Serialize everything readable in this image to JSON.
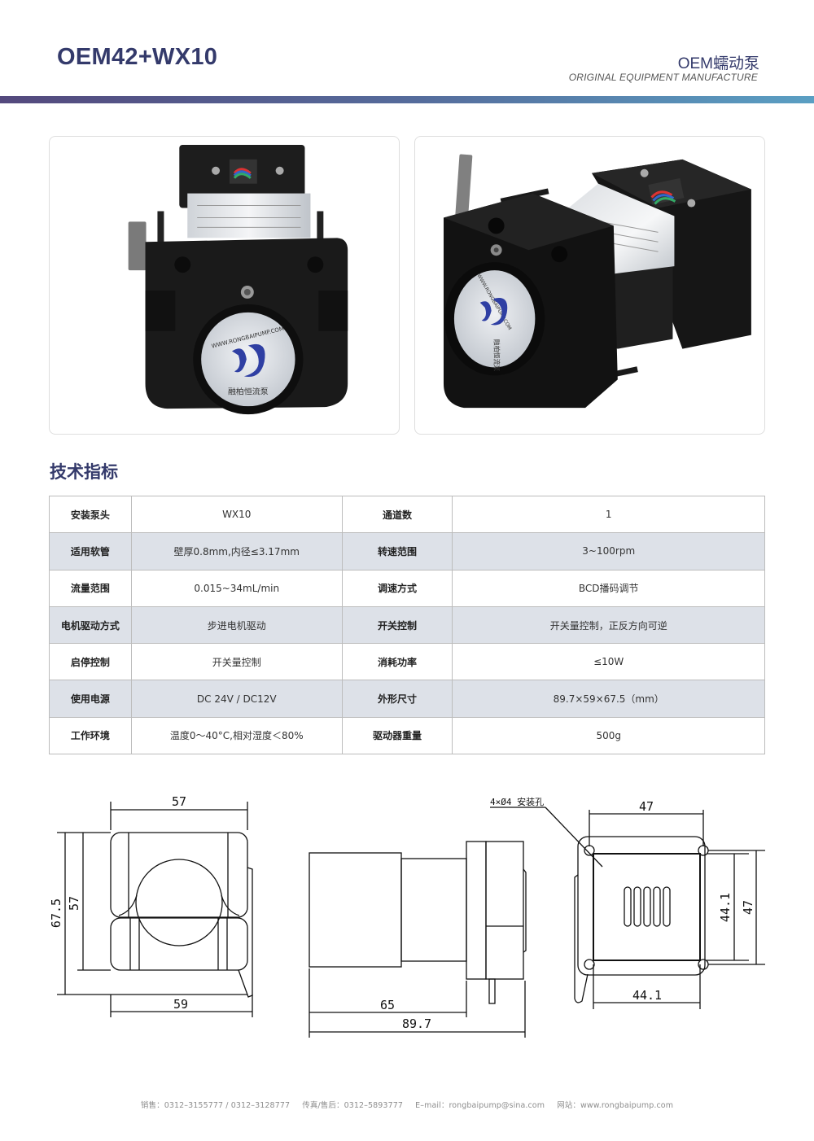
{
  "header": {
    "title": "OEM42+WX10",
    "subtitle_cn": "OEM蠕动泵",
    "subtitle_en": "ORIGINAL EQUIPMENT MANUFACTURE",
    "bar_gradient": [
      "#54497d",
      "#556b9b",
      "#5a9fc3"
    ]
  },
  "photos": {
    "front": {
      "label": "front-view",
      "disc_url_text": "WWW.RONGBAIPUMP.COM",
      "disc_brand": "融柏恒流泵"
    },
    "angled": {
      "label": "angled-view",
      "disc_url_text": "WWW.RONGBAIPUMP.COM",
      "disc_brand": "融柏恒流泵"
    }
  },
  "specs": {
    "section_title": "技术指标",
    "rows": [
      {
        "k1": "安装泵头",
        "v1": "WX10",
        "k2": "通道数",
        "v2": "1"
      },
      {
        "k1": "适用软管",
        "v1": "壁厚0.8mm,内径≤3.17mm",
        "k2": "转速范围",
        "v2": "3~100rpm"
      },
      {
        "k1": "流量范围",
        "v1": "0.015~34mL/min",
        "k2": "调速方式",
        "v2": "BCD播码调节"
      },
      {
        "k1": "电机驱动方式",
        "v1": "步进电机驱动",
        "k2": "开关控制",
        "v2": "开关量控制，正反方向可逆"
      },
      {
        "k1": "启停控制",
        "v1": "开关量控制",
        "k2": "消耗功率",
        "v2": "≤10W"
      },
      {
        "k1": "使用电源",
        "v1": "DC 24V / DC12V",
        "k2": "外形尺寸",
        "v2": "89.7×59×67.5（mm）"
      },
      {
        "k1": "工作环境",
        "v1": "温度0～40°C,相对湿度＜80%",
        "k2": "驱动器重量",
        "v2": "500g"
      }
    ]
  },
  "drawings": {
    "front": {
      "width_top": "57",
      "height_outer": "67.5",
      "height_inner": "57",
      "width_bottom": "59"
    },
    "side": {
      "length_motor": "65",
      "length_total": "89.7"
    },
    "back": {
      "hole_note": "4×Ø4 安装孔",
      "width_top": "47",
      "height_inner": "44.1",
      "height_outer": "47",
      "width_bottom": "44.1"
    }
  },
  "footer": {
    "sales": "销售：0312–3155777 / 0312–3128777",
    "fax": "传真/售后：0312–5893777",
    "email": "E–mail：rongbaipump@sina.com",
    "website": "网站：www.rongbaipump.com"
  }
}
